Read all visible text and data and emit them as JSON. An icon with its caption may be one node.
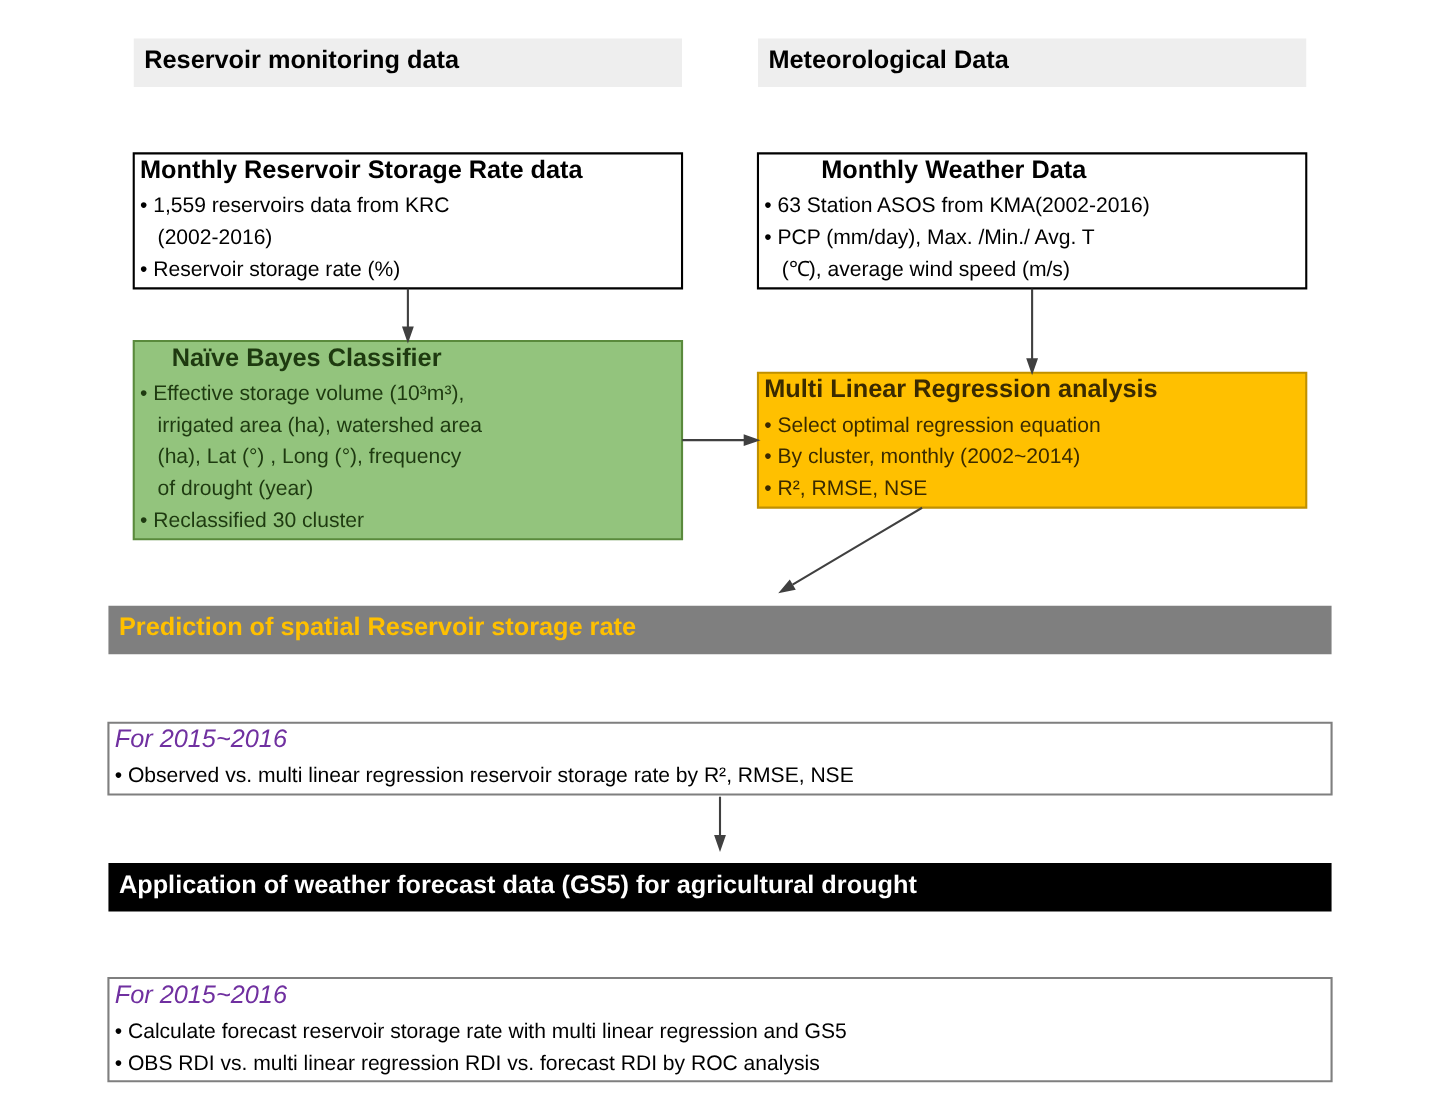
{
  "diagram": {
    "nodes": [
      {
        "text": [
          "Reservoir monitoring data"
        ]
      },
      {
        "text": [
          "Meteorological Data"
        ]
      },
      {
        "text": [
          "Monthly Reservoir Storage Rate data",
          "• 1,559 reservoirs data from KRC (2002-2016)",
          "• Reservoir storage rate (%)"
        ]
      },
      {
        "text": [
          "Monthly Weather Data",
          "• 63 Station ASOS from KMA(2002-2016)",
          "• PCP (mm/day), Max. /Min./ Avg. T (℃), average wind speed (m/s)"
        ]
      },
      {
        "text": [
          "Naïve Bayes Classifier",
          "• Effective storage volume (10³m³), irrigated area (ha), watershed area (ha), Lat (°) , Long (°), frequency of drought (year)",
          "• Reclassified 30 cluster"
        ]
      },
      {
        "text": [
          "Multi Linear Regression analysis",
          "• Select optimal regression equation",
          "• By cluster, monthly (2002~2014)",
          "• R², RMSE, NSE"
        ]
      },
      {
        "text": [
          "Prediction of spatial Reservoir storage rate"
        ]
      },
      {
        "text": [
          "For 2015~2016",
          "• Observed vs. multi linear regression reservoir storage rate by R², RMSE, NSE"
        ]
      },
      {
        "text": [
          "Application of weather forecast data (GS5) for agricultural drought"
        ]
      },
      {
        "text": [
          "For 2015~2016",
          "• Calculate forecast reservoir storage rate with multi linear regression and GS5",
          "• OBS RDI vs. multi linear regression RDI vs. forecast RDI by ROC analysis"
        ]
      }
    ],
    "edges": [
      {
        "from": 2,
        "to": 4,
        "arrow": "to"
      },
      {
        "from": 3,
        "to": 5,
        "arrow": "to"
      },
      {
        "from": 4,
        "to": 5,
        "arrow": "to"
      },
      {
        "from": 5,
        "to": 6,
        "arrow": "to"
      },
      {
        "from": 7,
        "to": 8,
        "arrow": "to"
      }
    ]
  }
}
